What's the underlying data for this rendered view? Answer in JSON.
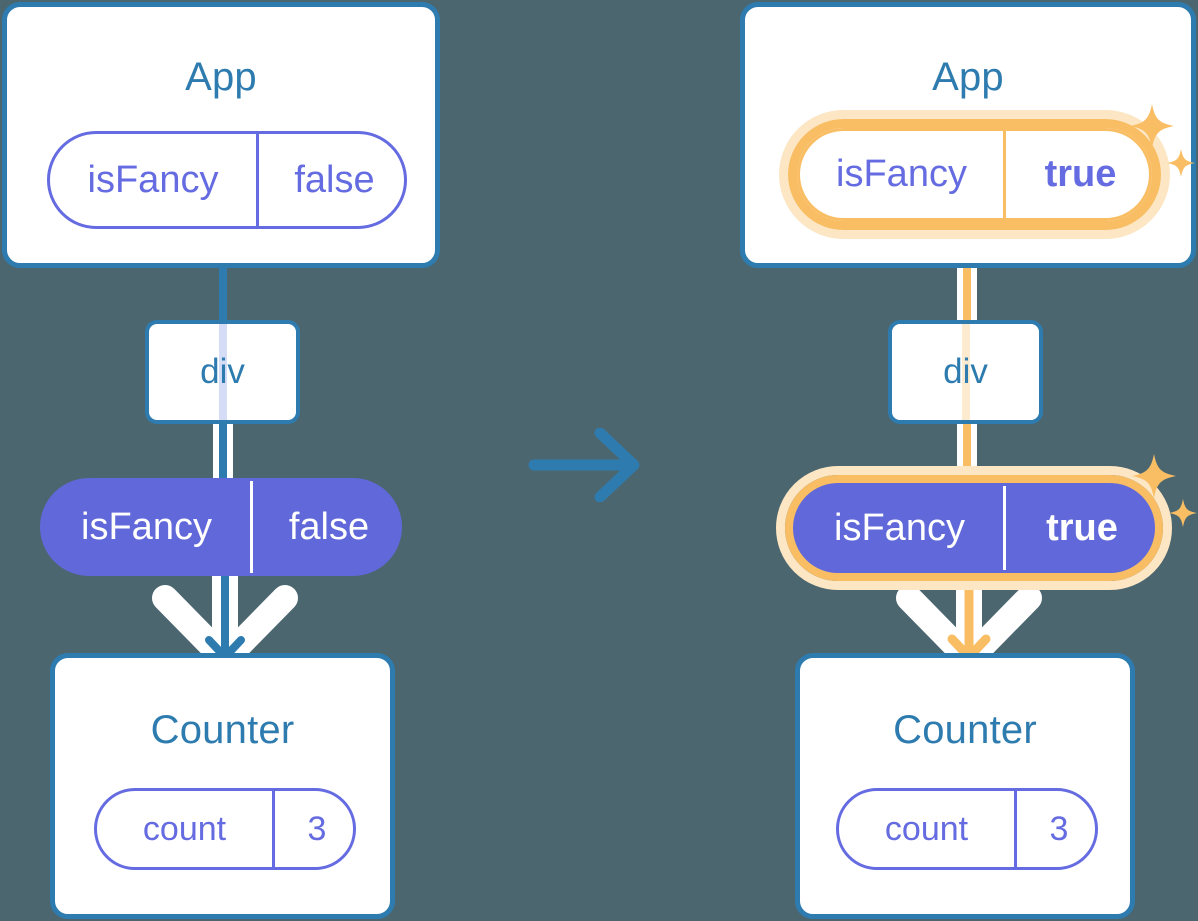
{
  "figure": {
    "type": "diagram",
    "description": "React state lifting diagram: App state isFancy changes from false to true and propagates down to Counter",
    "background_color": "#4C6670",
    "transition_arrow": "arrow-right"
  },
  "colors": {
    "background": "#4C6670",
    "card_border": "#2E7CAF",
    "card_fill": "#FFFFFF",
    "title_text": "#2E7CAF",
    "pill_outline": "#656BE0",
    "pill_fill": "#6168D9",
    "pill_fill_text": "#FFFFFF",
    "highlight": "#F9BE64",
    "highlight_glow": "#FBDFB2",
    "highlight_faint": "#FCEBCF",
    "connector_blue": "#2E7CAF",
    "connector_faint": "#D5DCF5"
  },
  "panels": [
    {
      "id": "before",
      "app_card": {
        "title": "App",
        "state_pill": {
          "key": "isFancy",
          "value": "false",
          "style": "outline",
          "highlighted": false,
          "value_bold": false
        }
      },
      "div_chip": {
        "label": "div"
      },
      "props_pill": {
        "key": "isFancy",
        "value": "false",
        "style": "filled",
        "highlighted": false,
        "value_bold": false
      },
      "counter_card": {
        "title": "Counter",
        "state_pill": {
          "key": "count",
          "value": "3",
          "style": "outline",
          "highlighted": false,
          "value_bold": false
        }
      },
      "connector_color": "#2E7CAF",
      "arrow_color": "#2E7CAF",
      "sparkles": false
    },
    {
      "id": "after",
      "app_card": {
        "title": "App",
        "state_pill": {
          "key": "isFancy",
          "value": "true",
          "style": "outline",
          "highlighted": true,
          "value_bold": true
        }
      },
      "div_chip": {
        "label": "div"
      },
      "props_pill": {
        "key": "isFancy",
        "value": "true",
        "style": "filled",
        "highlighted": true,
        "value_bold": true
      },
      "counter_card": {
        "title": "Counter",
        "state_pill": {
          "key": "count",
          "value": "3",
          "style": "outline",
          "highlighted": false,
          "value_bold": false
        }
      },
      "connector_color": "#F9BE64",
      "arrow_color": "#F9BE64",
      "sparkles": true
    }
  ]
}
